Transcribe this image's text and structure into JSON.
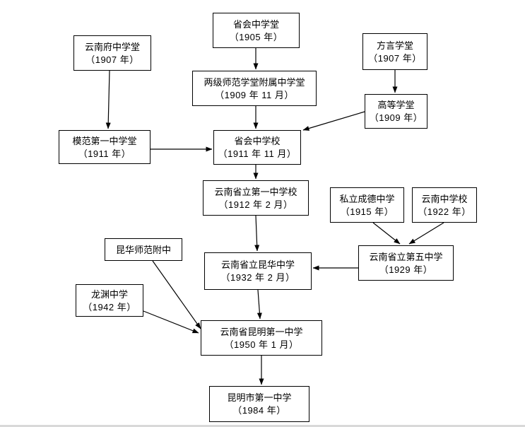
{
  "diagram": {
    "type": "flowchart",
    "subject": "school-history-lineage",
    "colors": {
      "background": "#ffffff",
      "line": "#000000",
      "box_border": "#000000",
      "text": "#000000"
    },
    "nodes": [
      {
        "id": "shenghui-zhongxuetang",
        "name": "省会中学堂",
        "year": "（1905 年）"
      },
      {
        "id": "yunnanfu-zhongxuetang",
        "name": "云南府中学堂",
        "year": "（1907 年）"
      },
      {
        "id": "fangyan-xuetang",
        "name": "方言学堂",
        "year": "（1907 年）"
      },
      {
        "id": "liangji-shifan-fushu-zhongxuetang",
        "name": "两级师范学堂附属中学堂",
        "year": "（1909 年 11 月）"
      },
      {
        "id": "gaodeng-xuetang",
        "name": "高等学堂",
        "year": "（1909 年）"
      },
      {
        "id": "mofan-diyi-zhongxuetang",
        "name": "模范第一中学堂",
        "year": "（1911 年）"
      },
      {
        "id": "shenghui-zhongxuexiao",
        "name": "省会中学校",
        "year": "（1911 年 11 月）"
      },
      {
        "id": "yunnan-shengli-diyi-zhongxuexiao",
        "name": "云南省立第一中学校",
        "year": "（1912 年 2 月）"
      },
      {
        "id": "sili-chengde-zhongxue",
        "name": "私立成德中学",
        "year": "（1915 年）"
      },
      {
        "id": "yunnan-zhongxuexiao",
        "name": "云南中学校",
        "year": "（1922 年）"
      },
      {
        "id": "kunhua-shifan-fuzhong",
        "name": "昆华师范附中",
        "year": ""
      },
      {
        "id": "yunnan-shengli-diwu-zhongxue",
        "name": "云南省立第五中学",
        "year": "（1929 年）"
      },
      {
        "id": "yunnan-shengli-kunhua-zhongxue",
        "name": "云南省立昆华中学",
        "year": "（1932 年 2 月）"
      },
      {
        "id": "longyuan-zhongxue",
        "name": "龙渊中学",
        "year": "（1942 年）"
      },
      {
        "id": "yunnan-kunming-diyi-zhongxue",
        "name": "云南省昆明第一中学",
        "year": "（1950 年 1 月）"
      },
      {
        "id": "kunming-shi-diyi-zhongxue",
        "name": "昆明市第一中学",
        "year": "（1984 年）"
      }
    ],
    "edges": [
      {
        "from": "shenghui-zhongxuetang",
        "to": "liangji-shifan-fushu-zhongxuetang"
      },
      {
        "from": "yunnanfu-zhongxuetang",
        "to": "mofan-diyi-zhongxuetang"
      },
      {
        "from": "fangyan-xuetang",
        "to": "gaodeng-xuetang"
      },
      {
        "from": "liangji-shifan-fushu-zhongxuetang",
        "to": "shenghui-zhongxuexiao"
      },
      {
        "from": "gaodeng-xuetang",
        "to": "shenghui-zhongxuexiao"
      },
      {
        "from": "mofan-diyi-zhongxuetang",
        "to": "shenghui-zhongxuexiao"
      },
      {
        "from": "shenghui-zhongxuexiao",
        "to": "yunnan-shengli-diyi-zhongxuexiao"
      },
      {
        "from": "yunnan-shengli-diyi-zhongxuexiao",
        "to": "yunnan-shengli-kunhua-zhongxue"
      },
      {
        "from": "sili-chengde-zhongxue",
        "to": "yunnan-shengli-diwu-zhongxue"
      },
      {
        "from": "yunnan-zhongxuexiao",
        "to": "yunnan-shengli-diwu-zhongxue"
      },
      {
        "from": "yunnan-shengli-diwu-zhongxue",
        "to": "yunnan-shengli-kunhua-zhongxue"
      },
      {
        "from": "yunnan-shengli-kunhua-zhongxue",
        "to": "yunnan-kunming-diyi-zhongxue"
      },
      {
        "from": "kunhua-shifan-fuzhong",
        "to": "yunnan-kunming-diyi-zhongxue"
      },
      {
        "from": "longyuan-zhongxue",
        "to": "yunnan-kunming-diyi-zhongxue"
      },
      {
        "from": "yunnan-kunming-diyi-zhongxue",
        "to": "kunming-shi-diyi-zhongxue"
      }
    ]
  }
}
